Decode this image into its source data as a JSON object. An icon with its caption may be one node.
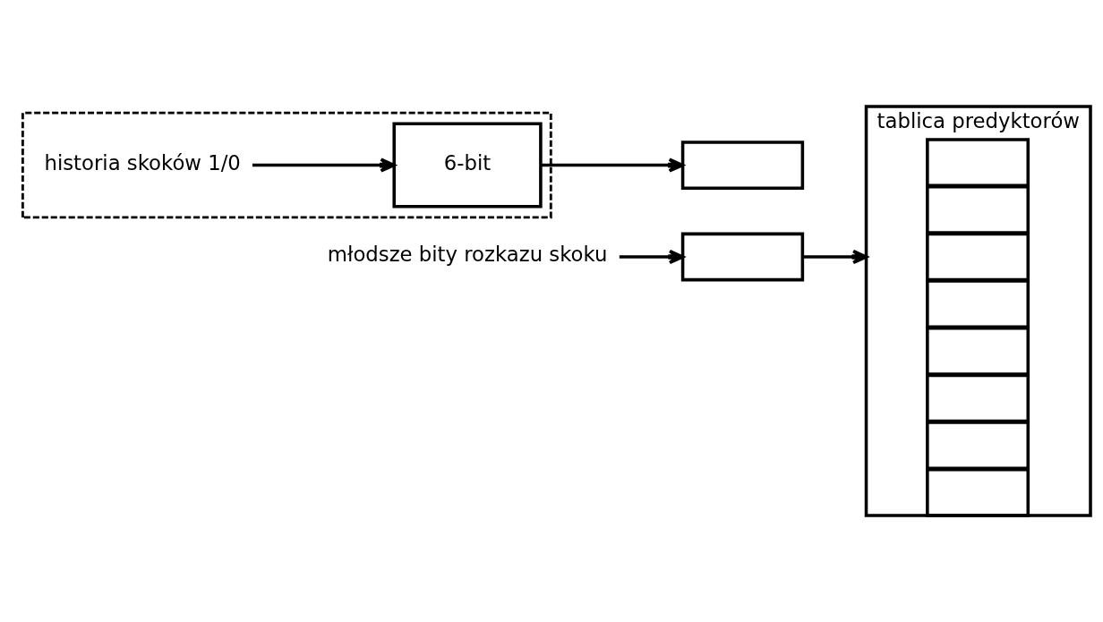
{
  "diagram": {
    "nodes": [
      {
        "text": [],
        "shape": "box"
      },
      {
        "text": [
          "historia skoków 1/0"
        ],
        "in": 0
      },
      {
        "text": [
          "6-bit"
        ],
        "in": 0
      },
      {
        "text": [
          "młodsze bity rozkazu skoku"
        ]
      },
      {
        "text": [],
        "shape": "box"
      },
      {
        "text": [],
        "shape": "box"
      },
      {
        "text": [
          "tablica predyktorów"
        ]
      },
      {
        "text": [],
        "shape": "box",
        "in": 6
      },
      {
        "text": [],
        "shape": "box",
        "in": 6
      },
      {
        "text": [],
        "shape": "box",
        "in": 6
      },
      {
        "text": [],
        "shape": "box",
        "in": 6
      },
      {
        "text": [],
        "shape": "box",
        "in": 6
      },
      {
        "text": [],
        "shape": "box",
        "in": 6
      },
      {
        "text": [],
        "shape": "box",
        "in": 6
      },
      {
        "text": [],
        "shape": "box",
        "in": 6
      }
    ],
    "edges": [
      {
        "from": 1,
        "to": 2,
        "arrow": "to"
      },
      {
        "from": 2,
        "to": 4,
        "arrow": "to"
      },
      {
        "from": 3,
        "to": 5,
        "arrow": "to"
      },
      {
        "from": 5,
        "to": 6,
        "arrow": "to"
      }
    ]
  }
}
